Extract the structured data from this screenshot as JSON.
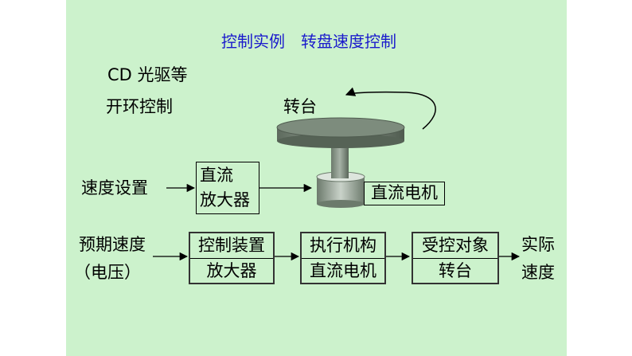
{
  "slide": {
    "title": "控制实例　转盘速度控制",
    "subtitle": "CD 光驱等",
    "open_loop_label": "开环控制"
  },
  "illustration": {
    "turntable_label": "转台",
    "motor_label": "直流电机"
  },
  "open_loop": {
    "input_label": "速度设置",
    "block": [
      "直流",
      "放大器"
    ]
  },
  "block_diagram": {
    "input": [
      "预期速度",
      "（电压）"
    ],
    "blocks": [
      {
        "line1": "控制装置",
        "line2": "放大器"
      },
      {
        "line1": "执行机构",
        "line2": "直流电机"
      },
      {
        "line1": "受控对象",
        "line2": "转台"
      }
    ],
    "output": [
      "实际",
      "速度"
    ]
  },
  "colors": {
    "background": "#ccf2cc",
    "title": "#1a1acc",
    "turntable": "#7d8c7d"
  }
}
